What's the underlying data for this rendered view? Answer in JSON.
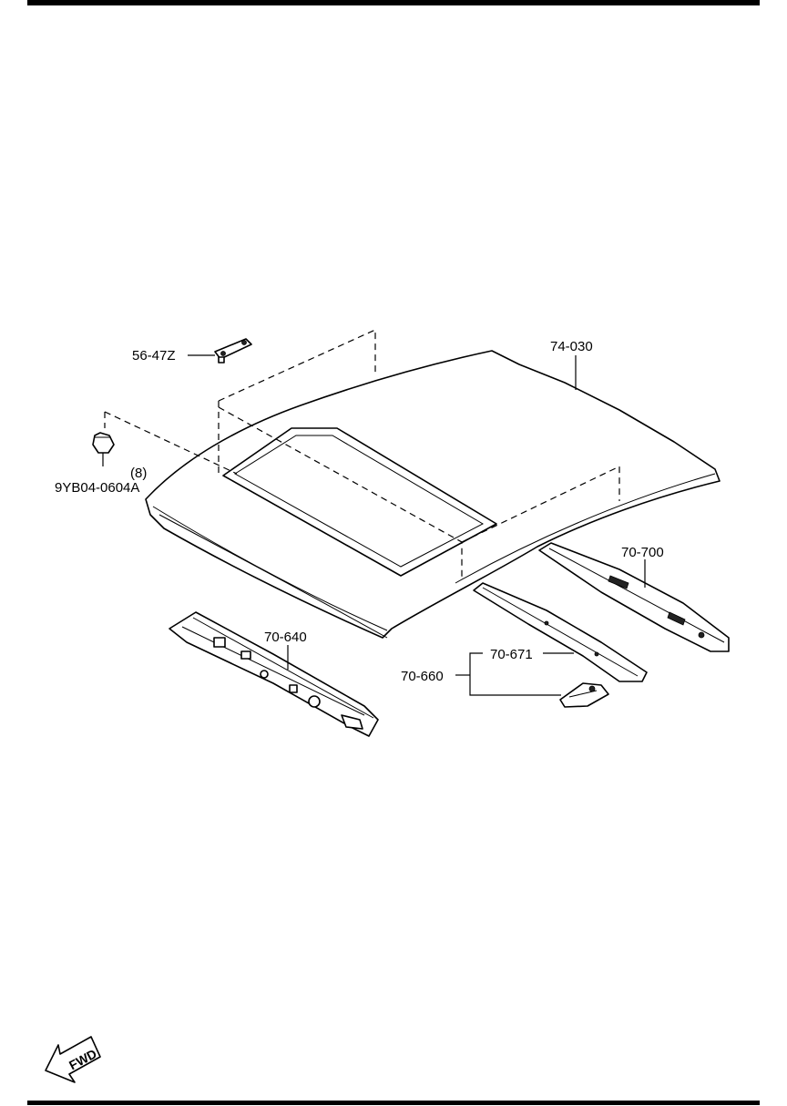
{
  "labels": {
    "clip_top": "56-47Z",
    "roof_panel": "74-030",
    "nut_part": "9YB04-0604A",
    "nut_qty": "(8)",
    "front_rail": "70-640",
    "side_rail_right": "70-700",
    "side_rail_inner": "70-671",
    "bracket": "70-660"
  },
  "fwd_arrow": "FWD"
}
